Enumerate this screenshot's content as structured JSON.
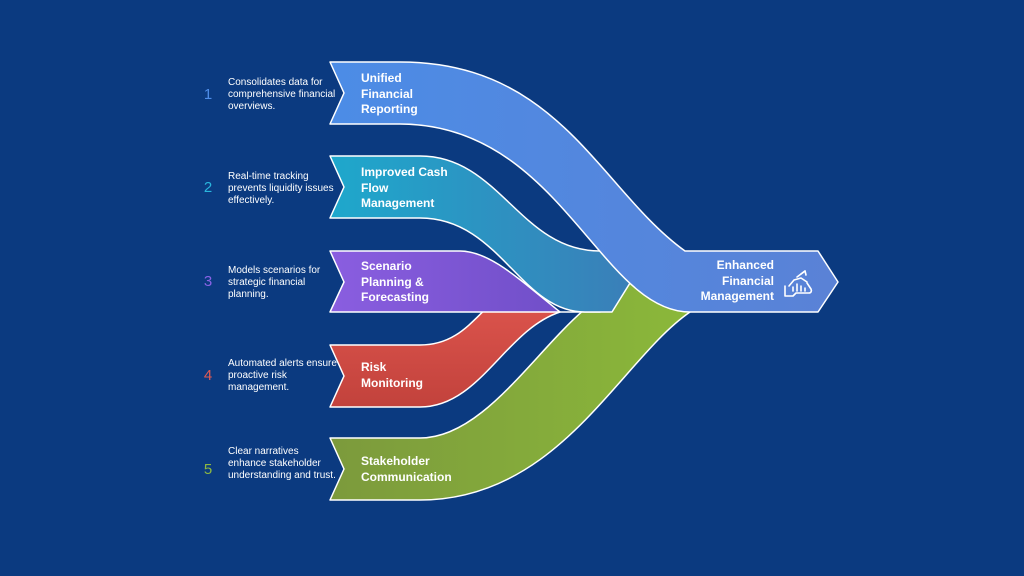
{
  "colors": {
    "background": "#0b3a80",
    "item1": "#4a86df",
    "item2": "#1fa0c4",
    "item3": "#7b55d6",
    "item4": "#d9524b",
    "item5": "#7da13f",
    "target": "#5587d8"
  },
  "items": [
    {
      "number": "1",
      "title": "Unified Financial Reporting",
      "description": "Consolidates data for comprehensive financial overviews."
    },
    {
      "number": "2",
      "title": "Improved Cash Flow Management",
      "description": "Real-time tracking prevents liquidity issues effectively."
    },
    {
      "number": "3",
      "title": "Scenario Planning & Forecasting",
      "description": "Models scenarios for strategic financial planning."
    },
    {
      "number": "4",
      "title": "Risk Monitoring",
      "description": "Automated alerts ensure proactive risk management."
    },
    {
      "number": "5",
      "title": "Stakeholder Communication",
      "description": "Clear narratives enhance stakeholder understanding and trust."
    }
  ],
  "target": {
    "title": "Enhanced Financial Management",
    "icon": "hand-chart-icon"
  }
}
